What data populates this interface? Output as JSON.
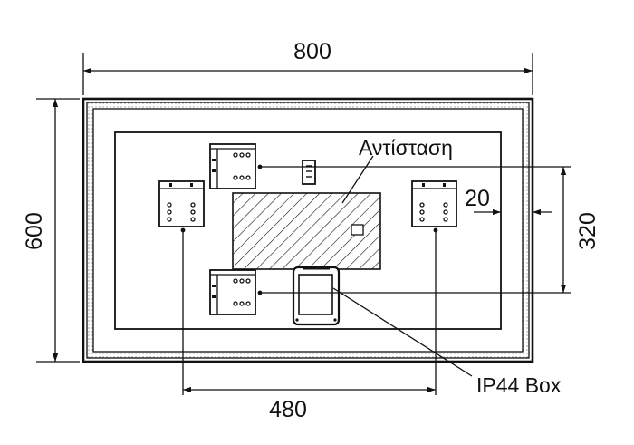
{
  "dimensions": {
    "overall_width": "800",
    "overall_height": "600",
    "bracket_spacing": "480",
    "vertical_spacing": "320",
    "edge_offset": "20"
  },
  "labels": {
    "heater": "Αντίσταση",
    "box": "IP44  Box"
  }
}
